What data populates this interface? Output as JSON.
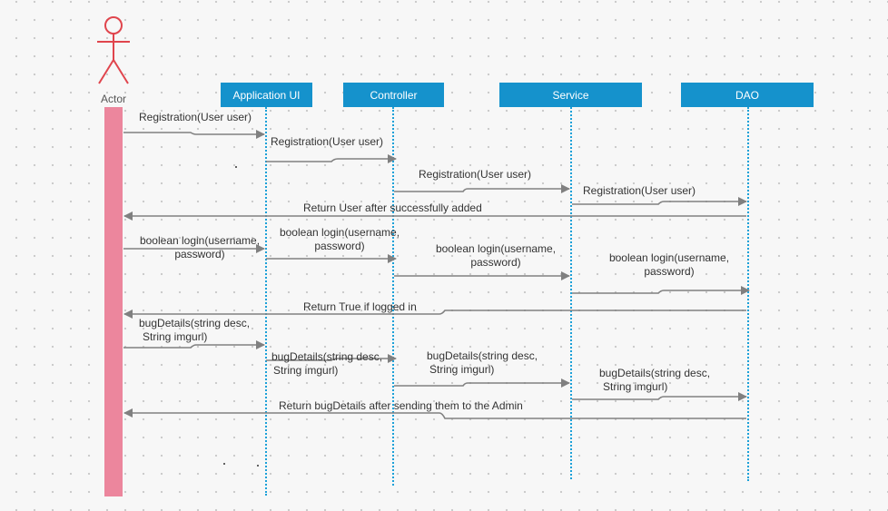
{
  "actor": {
    "label": "Actor"
  },
  "participants": [
    "Application UI",
    "Controller",
    "Service",
    "DAO"
  ],
  "colors": {
    "participant": "#1592cc",
    "lifeline": "#1ba0d8",
    "activation": "#ec869d",
    "actor": "#e0454d",
    "arrow": "#808080"
  },
  "messages": {
    "reg_actor_app": "Registration(User user)",
    "reg_app_ctrl": "Registration(User user)",
    "reg_ctrl_svc": "Registration(User user)",
    "reg_svc_dao": "Registration(User user)",
    "reg_return": "Return User after successfully added",
    "login_actor_app": [
      "boolean login(username,",
      "password)"
    ],
    "login_app_ctrl": [
      "boolean login(username,",
      "password)"
    ],
    "login_ctrl_svc": [
      "boolean login(username,",
      "password)"
    ],
    "login_svc_dao": [
      "boolean login(username,",
      "password)"
    ],
    "login_return": "Return True if  logged in",
    "bug_actor_app": [
      "bugDetails(string desc,",
      "String imgurl)"
    ],
    "bug_app_ctrl": [
      "bugDetails(string desc,",
      "String imgurl)"
    ],
    "bug_ctrl_svc": [
      "bugDetails(string desc,",
      "String imgurl)"
    ],
    "bug_svc_dao": [
      "bugDetails(string desc,",
      "String imgurl)"
    ],
    "bug_return": "Return bugDetails after sending them to the Admin"
  }
}
